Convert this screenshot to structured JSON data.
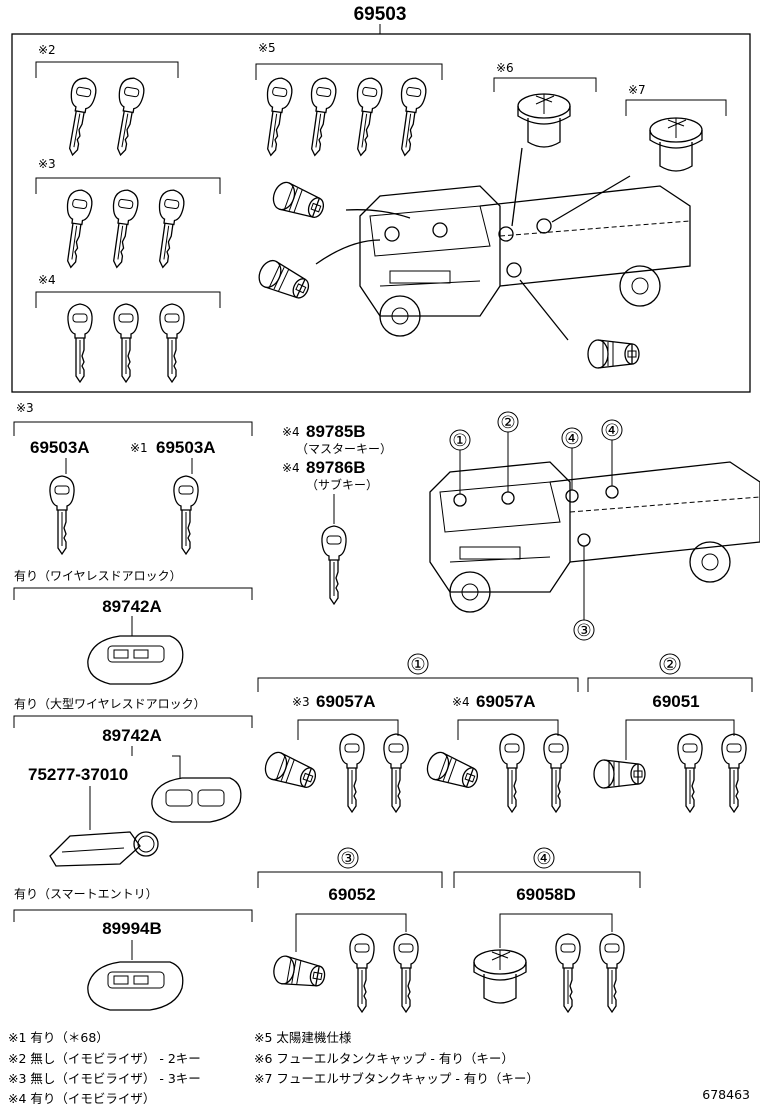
{
  "diagram": {
    "main_part": "69503",
    "group_labels": {
      "g2": "※2",
      "g3": "※3",
      "g4": "※4",
      "g5": "※5",
      "g6": "※6",
      "g7": "※7"
    },
    "left_column": {
      "section_mark": "※3",
      "key_a": "69503A",
      "key_a_mark": "※1",
      "key_a2": "69503A",
      "sub_key_mark1": "※4",
      "sub_key_1": "89785B",
      "sub_key_1_note": "（マスターキー）",
      "sub_key_mark2": "※4",
      "sub_key_2": "89786B",
      "sub_key_2_note": "（サブキー）",
      "wireless_title": "有り（ワイヤレスドアロック）",
      "wireless_part": "89742A",
      "large_wireless_title": "有り（大型ワイヤレスドアロック）",
      "large_wireless_part": "89742A",
      "large_wireless_sub": "75277-37010",
      "smart_title": "有り（スマートエントリ）",
      "smart_part": "89994B"
    },
    "locations": {
      "c1": "①",
      "c2": "②",
      "c3": "③",
      "c4": "④"
    },
    "groups": {
      "g1_mark": "①",
      "g1a_mark": "※3",
      "g1a_part": "69057A",
      "g1b_mark": "※4",
      "g1b_part": "69057A",
      "g2_mark": "②",
      "g2_part": "69051",
      "g3_mark": "③",
      "g3_part": "69052",
      "g4_mark": "④",
      "g4_part": "69058D"
    },
    "notes": {
      "n1": "※1 有り（＊68）",
      "n2": "※2 無し（イモビライザ） - 2キー",
      "n3": "※3 無し（イモビライザ） - 3キー",
      "n4": "※4 有り（イモビライザ）",
      "n5": "※5 太陽建機仕様",
      "n6": "※6 フューエルタンクキャップ - 有り（キー）",
      "n7": "※7 フューエルサブタンクキャップ - 有り（キー）"
    },
    "figure_id": "678463"
  }
}
